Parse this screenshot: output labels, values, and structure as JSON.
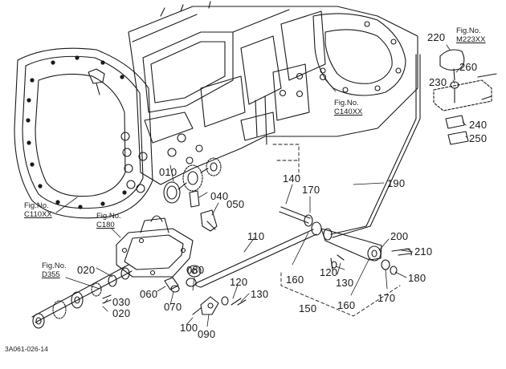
{
  "diagram": {
    "drawing_code": "3A061-026-14",
    "fig_refs": [
      {
        "id": "c110",
        "title": "Fig.No.",
        "code": "C110XX"
      },
      {
        "id": "c180",
        "title": "Fig.No.",
        "code": "C180"
      },
      {
        "id": "d355",
        "title": "Fig.No.",
        "code": "D355"
      },
      {
        "id": "c140",
        "title": "Fig.No.",
        "code": "C140XX"
      },
      {
        "id": "m223",
        "title": "Fig.No.",
        "code": "M223XX"
      }
    ],
    "parts": [
      {
        "id": "p010",
        "label": "010"
      },
      {
        "id": "p020a",
        "label": "020"
      },
      {
        "id": "p020b",
        "label": "020"
      },
      {
        "id": "p030",
        "label": "030"
      },
      {
        "id": "p040",
        "label": "040"
      },
      {
        "id": "p050",
        "label": "050"
      },
      {
        "id": "p060",
        "label": "060"
      },
      {
        "id": "p070",
        "label": "070"
      },
      {
        "id": "p080",
        "label": "080"
      },
      {
        "id": "p090",
        "label": "090"
      },
      {
        "id": "p100",
        "label": "100"
      },
      {
        "id": "p110",
        "label": "110"
      },
      {
        "id": "p120a",
        "label": "120"
      },
      {
        "id": "p120b",
        "label": "120"
      },
      {
        "id": "p130a",
        "label": "130"
      },
      {
        "id": "p130b",
        "label": "130"
      },
      {
        "id": "p140",
        "label": "140"
      },
      {
        "id": "p150",
        "label": "150"
      },
      {
        "id": "p160a",
        "label": "160"
      },
      {
        "id": "p160b",
        "label": "160"
      },
      {
        "id": "p170a",
        "label": "170"
      },
      {
        "id": "p170b",
        "label": "170"
      },
      {
        "id": "p180",
        "label": "180"
      },
      {
        "id": "p190",
        "label": "190"
      },
      {
        "id": "p200",
        "label": "200"
      },
      {
        "id": "p210",
        "label": "210"
      },
      {
        "id": "p220",
        "label": "220"
      },
      {
        "id": "p230",
        "label": "230"
      },
      {
        "id": "p240",
        "label": "240"
      },
      {
        "id": "p250",
        "label": "250"
      },
      {
        "id": "p260",
        "label": "260"
      }
    ]
  }
}
